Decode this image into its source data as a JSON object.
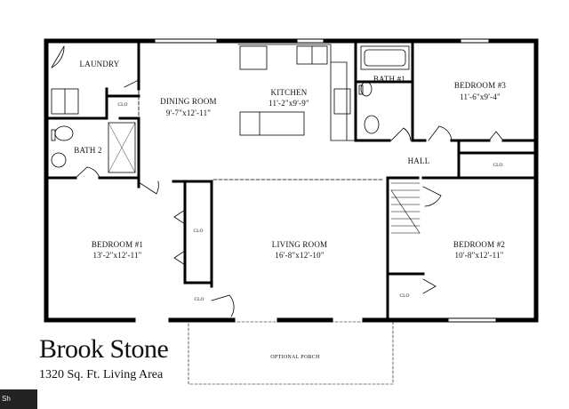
{
  "rooms": {
    "laundry": "LAUNDRY",
    "dining": "DINING ROOM",
    "dining_dim": "9'-7\"x12'-11\"",
    "kitchen": "KITCHEN",
    "kitchen_dim": "11'-2\"x9'-9\"",
    "bath1": "BATH  #1",
    "bedroom3": "BEDROOM #3",
    "bedroom3_dim": "11'-6\"x9'-4\"",
    "bath2": "BATH 2",
    "hall": "HALL",
    "bedroom1": "BEDROOM #1",
    "bedroom1_dim": "13'-2\"x12'-11\"",
    "living": "LIVING ROOM",
    "living_dim": "16'-8\"x12'-10\"",
    "bedroom2": "BEDROOM #2",
    "bedroom2_dim": "10'-8\"x12'-11\"",
    "clo": "CLO",
    "porch": "OPTIONAL PORCH"
  },
  "plan_title": "Brook Stone",
  "plan_subtitle": "1320 Sq. Ft. Living Area",
  "watermark": "Sh"
}
